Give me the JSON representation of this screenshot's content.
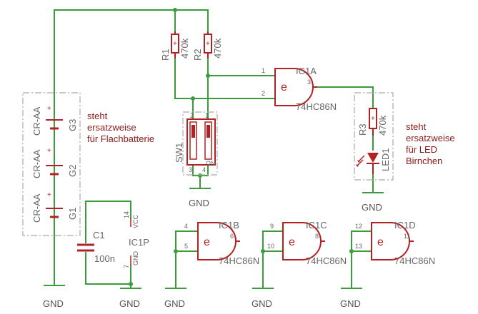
{
  "resistors": [
    {
      "name": "R1",
      "value": "470k"
    },
    {
      "name": "R2",
      "value": "470k"
    },
    {
      "name": "R3",
      "value": "470k"
    }
  ],
  "batteries": [
    {
      "type": "CR-AA",
      "name": "G3"
    },
    {
      "type": "CR-AA",
      "name": "G2"
    },
    {
      "type": "CR-AA",
      "name": "G1"
    }
  ],
  "gates": {
    "ic1a": {
      "name": "IC1A",
      "type": "74HC86N",
      "symbol": "e",
      "pins": [
        "1",
        "2",
        "3"
      ]
    },
    "ic1b": {
      "name": "IC1B",
      "type": "74HC86N",
      "symbol": "e",
      "pins": [
        "4",
        "5",
        "6"
      ]
    },
    "ic1c": {
      "name": "IC1C",
      "type": "74HC86N",
      "symbol": "e",
      "pins": [
        "9",
        "10",
        "8"
      ]
    },
    "ic1d": {
      "name": "IC1D",
      "type": "74HC86N",
      "symbol": "e",
      "pins": [
        "12",
        "13",
        "11"
      ]
    }
  },
  "switch": {
    "name": "SW1",
    "pins": [
      "2",
      "1",
      "3",
      "4"
    ],
    "on_label": "ON"
  },
  "capacitor": {
    "name": "C1",
    "value": "100n"
  },
  "power_pin": {
    "name": "IC1P",
    "vcc_label": "VCC",
    "gnd_label": "GND",
    "vcc_pin": "14",
    "gnd_pin": "7"
  },
  "led": {
    "name": "LED1"
  },
  "ground_label": "GND",
  "notes": {
    "battery": [
      "steht",
      "ersatzweise",
      "für Flachbatterie"
    ],
    "led": [
      "steht",
      "ersatzweise",
      "für LED",
      "Birnchen"
    ]
  }
}
